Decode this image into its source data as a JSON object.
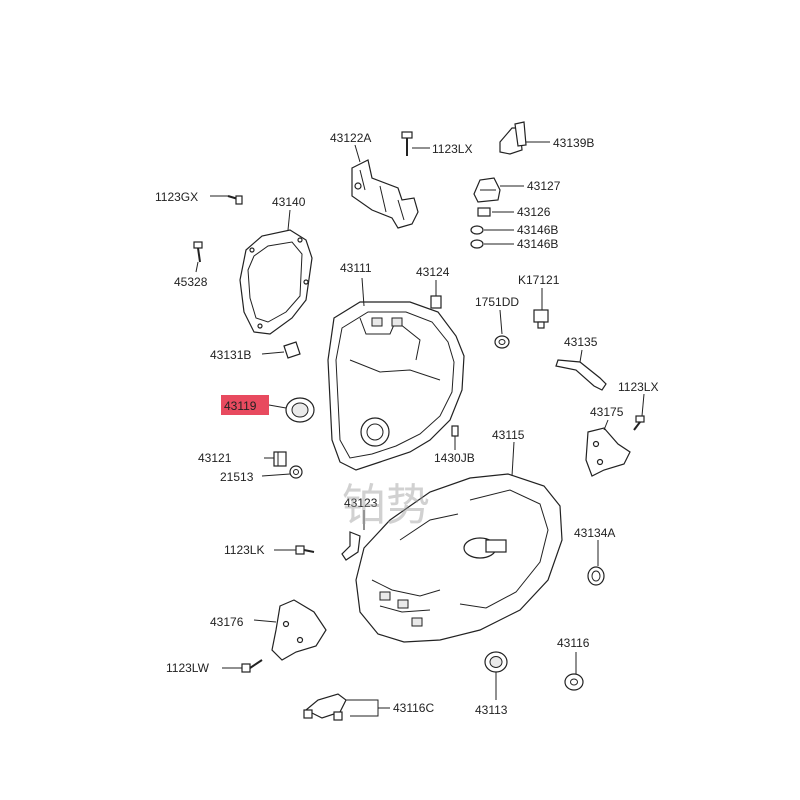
{
  "labels": {
    "p43122A": "43122A",
    "p1123LX_top": "1123LX",
    "p43139B": "43139B",
    "p1123GX": "1123GX",
    "p43140": "43140",
    "p43127": "43127",
    "p43126": "43126",
    "p43146B_a": "43146B",
    "p43146B_b": "43146B",
    "p45328": "45328",
    "p43111": "43111",
    "p43124": "43124",
    "pK17121": "K17121",
    "p1751DD": "1751DD",
    "p43131B": "43131B",
    "p43135": "43135",
    "p43119": "43119",
    "p1123LX_right": "1123LX",
    "p43175": "43175",
    "p43115": "43115",
    "p43121": "43121",
    "p1430JB": "1430JB",
    "p21513": "21513",
    "p43123": "43123",
    "p43134A": "43134A",
    "p1123LK": "1123LK",
    "p43176": "43176",
    "p43116": "43116",
    "p1123LW": "1123LW",
    "p43113": "43113",
    "p43116C": "43116C"
  },
  "highlight": {
    "part": "43119",
    "color": "#e84a5f"
  },
  "watermark": "铂势"
}
